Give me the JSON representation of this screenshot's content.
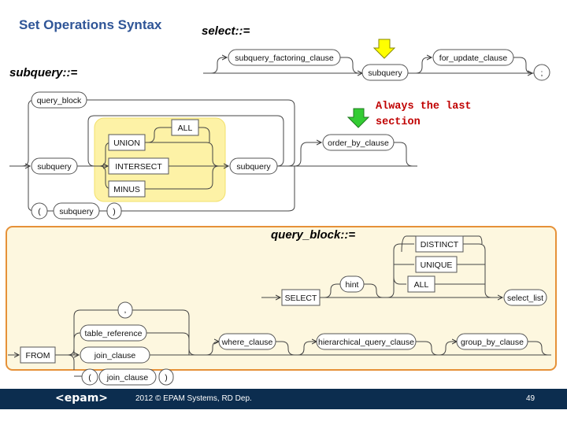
{
  "slide": {
    "title": "Set Operations Syntax",
    "page_number": "49",
    "footer_copyright": "2012 © EPAM Systems, RD Dep.",
    "footer_logo": "<epam>"
  },
  "select_rule": {
    "head": "select",
    "op": "::=",
    "nodes": [
      "subquery_factoring_clause",
      "subquery",
      "for_update_clause",
      ";"
    ]
  },
  "subquery_rule": {
    "head": "subquery",
    "op": "::=",
    "nodes": [
      "query_block",
      "subquery",
      "subquery",
      "order_by_clause",
      "(",
      "subquery",
      ")"
    ],
    "set_operators": [
      "UNION",
      "ALL",
      "INTERSECT",
      "MINUS"
    ]
  },
  "annotation": {
    "line1": "Always the last",
    "line2": "section"
  },
  "query_block_rule": {
    "head": "query_block",
    "op": "::=",
    "select_nodes": [
      "SELECT",
      "hint",
      "DISTINCT",
      "UNIQUE",
      "ALL",
      "select_list"
    ],
    "from_nodes": [
      "FROM",
      ",",
      "table_reference",
      "join_clause",
      "(",
      "join_clause",
      ")"
    ],
    "clause_nodes": [
      "where_clause",
      "hierarchical_query_clause",
      "group_by_clause"
    ]
  },
  "colors": {
    "title": "#2f5597",
    "highlight_fill": "#fdf2a6",
    "panel_fill": "#fdf7df",
    "panel_border": "#e69138",
    "note": "#c00000",
    "arrow_yellow": "#ffff00",
    "arrow_green": "#33cc33",
    "footer": "#0c2d4f"
  }
}
